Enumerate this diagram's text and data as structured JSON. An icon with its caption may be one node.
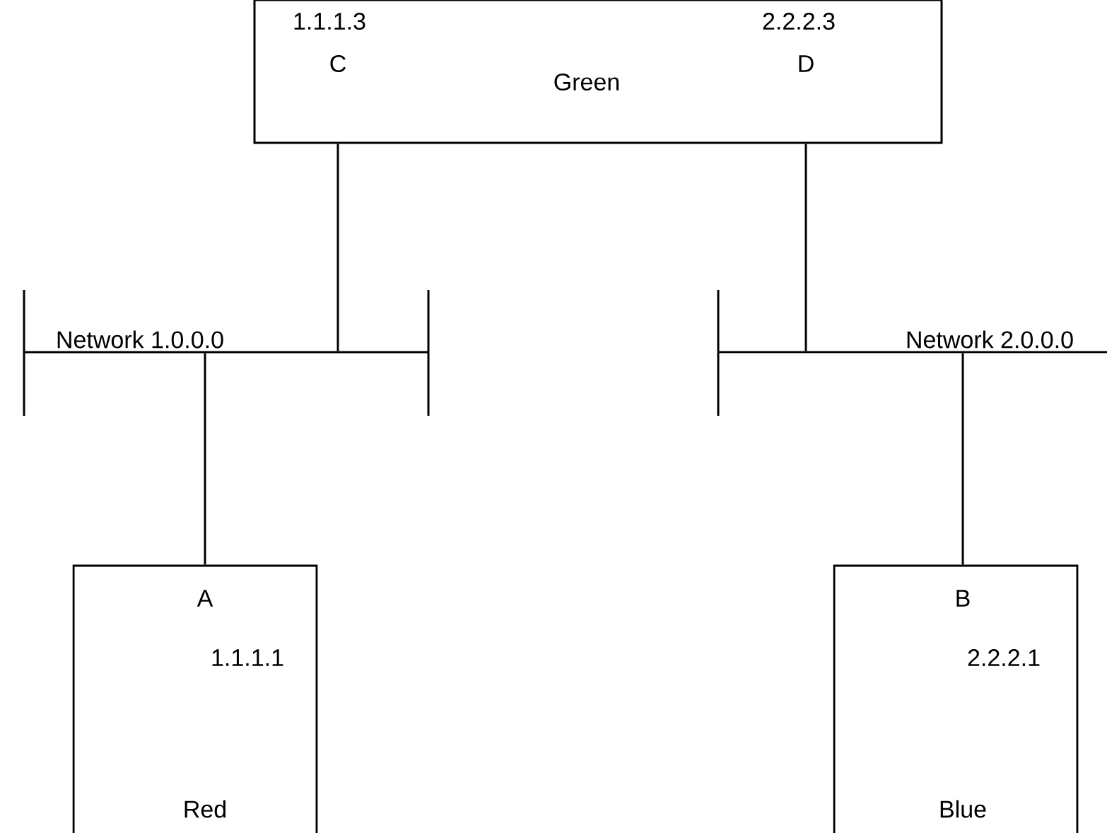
{
  "diagram": {
    "nodes": [
      {
        "text": [
          "1.1.1.3",
          "C",
          "2.2.2.3",
          "D",
          "Green"
        ]
      },
      {
        "text": [
          "Network 1.0.0.0"
        ]
      },
      {
        "text": [
          "Network 2.0.0.0"
        ]
      },
      {
        "text": [
          "A",
          "1.1.1.1",
          "Red"
        ]
      },
      {
        "text": [
          "B",
          "2.2.2.1",
          "Blue"
        ]
      }
    ],
    "edges": [
      {
        "from": 0,
        "to": 1,
        "arrow": "none"
      },
      {
        "from": 0,
        "to": 2,
        "arrow": "none"
      },
      {
        "from": 1,
        "to": 3,
        "arrow": "none"
      },
      {
        "from": 2,
        "to": 4,
        "arrow": "none"
      }
    ]
  }
}
